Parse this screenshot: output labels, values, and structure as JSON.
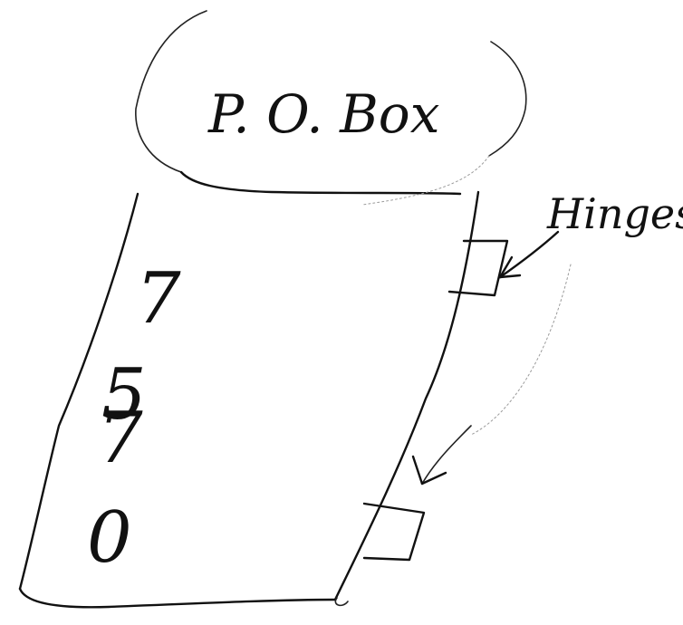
{
  "sign": {
    "title": "P. O. Box",
    "annotation": "Hinges"
  },
  "box_number": [
    "7",
    "5",
    "7",
    "0"
  ],
  "colors": {
    "ink": "#111111",
    "background": "#ffffff"
  }
}
